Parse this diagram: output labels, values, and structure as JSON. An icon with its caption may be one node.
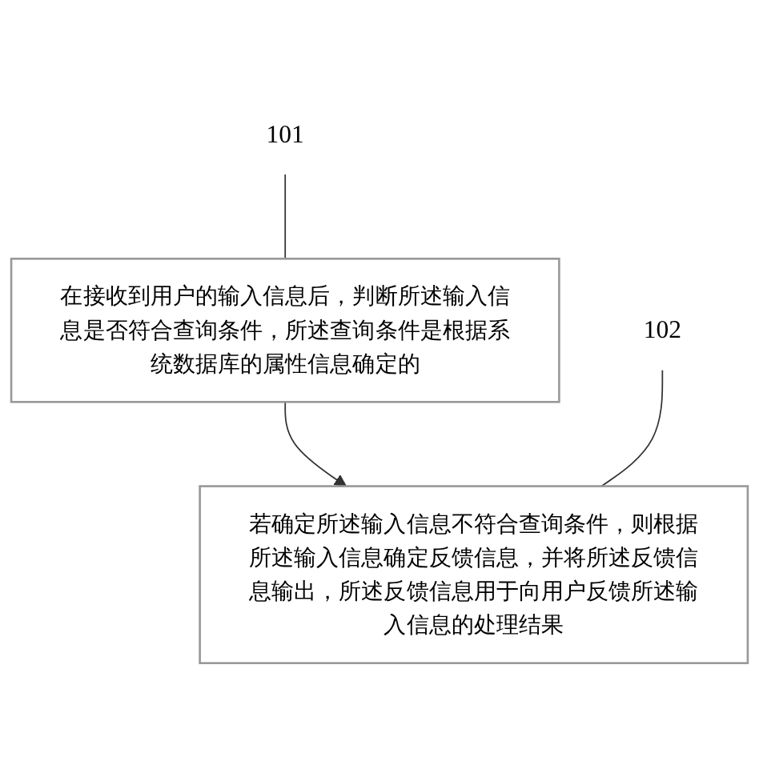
{
  "diagram": {
    "nodes": [
      {
        "text": [
          "在接收到用户的输入信息后，判断所述输入信息是否符合查询条件，所述查询条件是根据系统数据库的属性信息确定的"
        ]
      },
      {
        "text": [
          "101"
        ]
      },
      {
        "text": [
          "若确定所述输入信息不符合查询条件，则根据所述输入信息确定反馈信息，并将所述反馈信息输出，所述反馈信息用于向用户反馈所述输入信息的处理结果"
        ]
      },
      {
        "text": [
          "102"
        ]
      }
    ],
    "edges": [
      {
        "from": 0,
        "to": 2,
        "arrow": "to"
      },
      {
        "from": 1,
        "to": 0,
        "arrow": "none"
      },
      {
        "from": 3,
        "to": 2,
        "arrow": "none"
      }
    ]
  }
}
